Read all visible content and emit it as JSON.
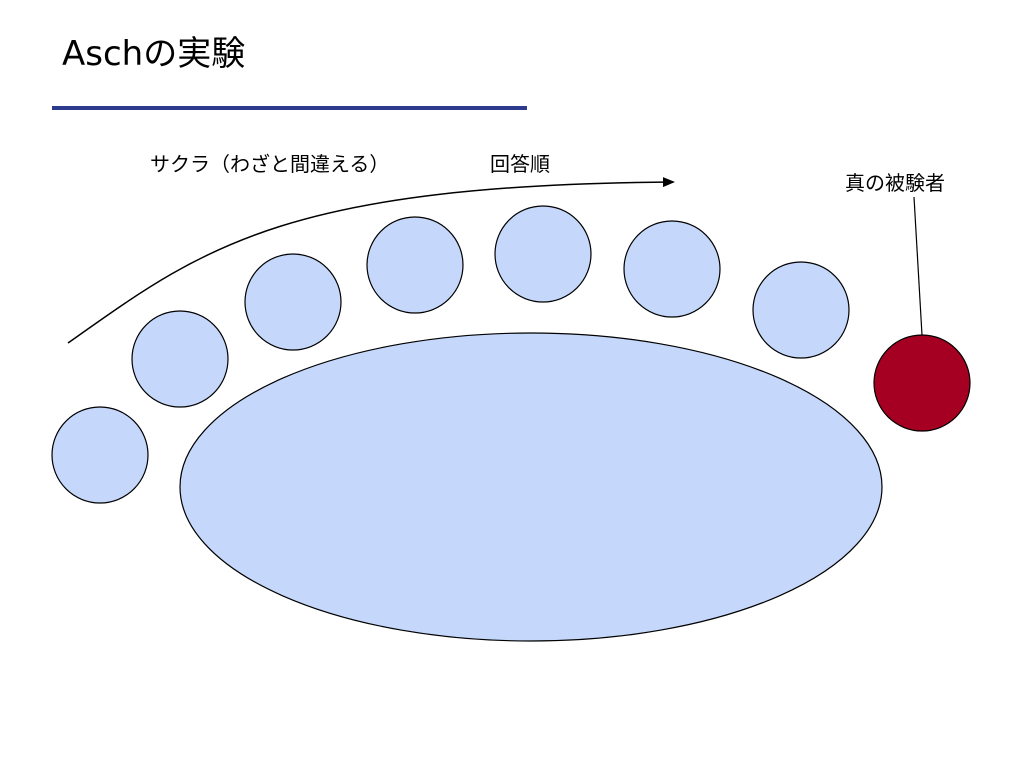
{
  "title": "Aschの実験",
  "labels": {
    "confederates": "サクラ（わざと間違える）",
    "answer_order": "回答順",
    "true_subject": "真の被験者"
  },
  "colors": {
    "title_rule": "#2e3a8c",
    "seat_fill": "#c5d8fb",
    "table_fill": "#c5d8fb",
    "subject_fill": "#a50021",
    "outline": "#000000"
  }
}
